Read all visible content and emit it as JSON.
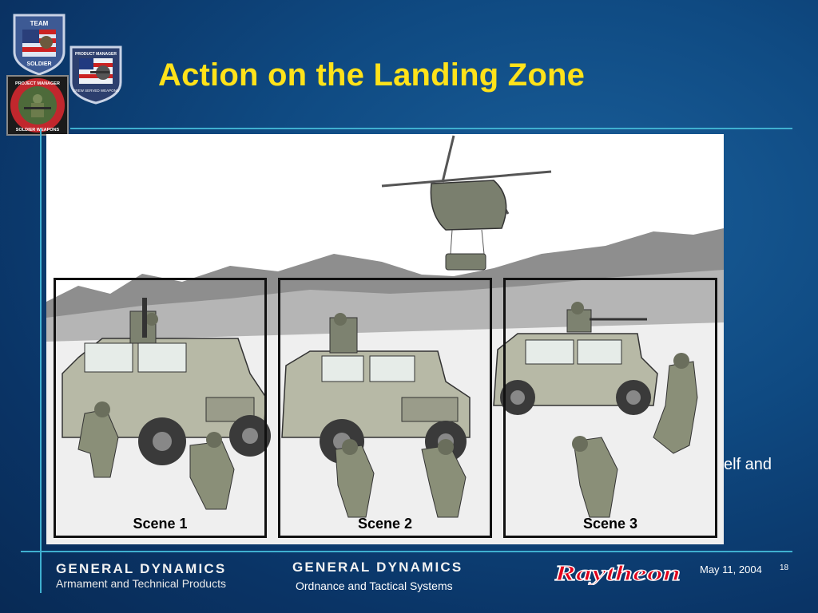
{
  "slide": {
    "title": "Action on the Landing Zone",
    "body_text_fragment": "self and",
    "page_number": "18",
    "date": "May 11, 2004"
  },
  "badges": {
    "team_soldier": [
      "TEAM",
      "SOLDIER"
    ],
    "pm_crew_served": [
      "PRODUCT MANAGER",
      "CREW SERVED WEAPONS"
    ],
    "pm_soldier_weapons": [
      "PROJECT MANAGER",
      "SOLDIER WEAPONS"
    ]
  },
  "scenes": [
    {
      "label": "Scene 1"
    },
    {
      "label": "Scene 2"
    },
    {
      "label": "Scene 3"
    }
  ],
  "footer": {
    "gd1_name": "GENERAL DYNAMICS",
    "gd1_sub": "Armament and Technical Products",
    "gd2_name": "GENERAL DYNAMICS",
    "gd2_sub": "Ordnance and Tactical Systems",
    "raytheon": "Raytheon"
  },
  "colors": {
    "title": "#ffe21a",
    "rule": "#3fb0d0",
    "raytheon_red": "#e3001b"
  }
}
